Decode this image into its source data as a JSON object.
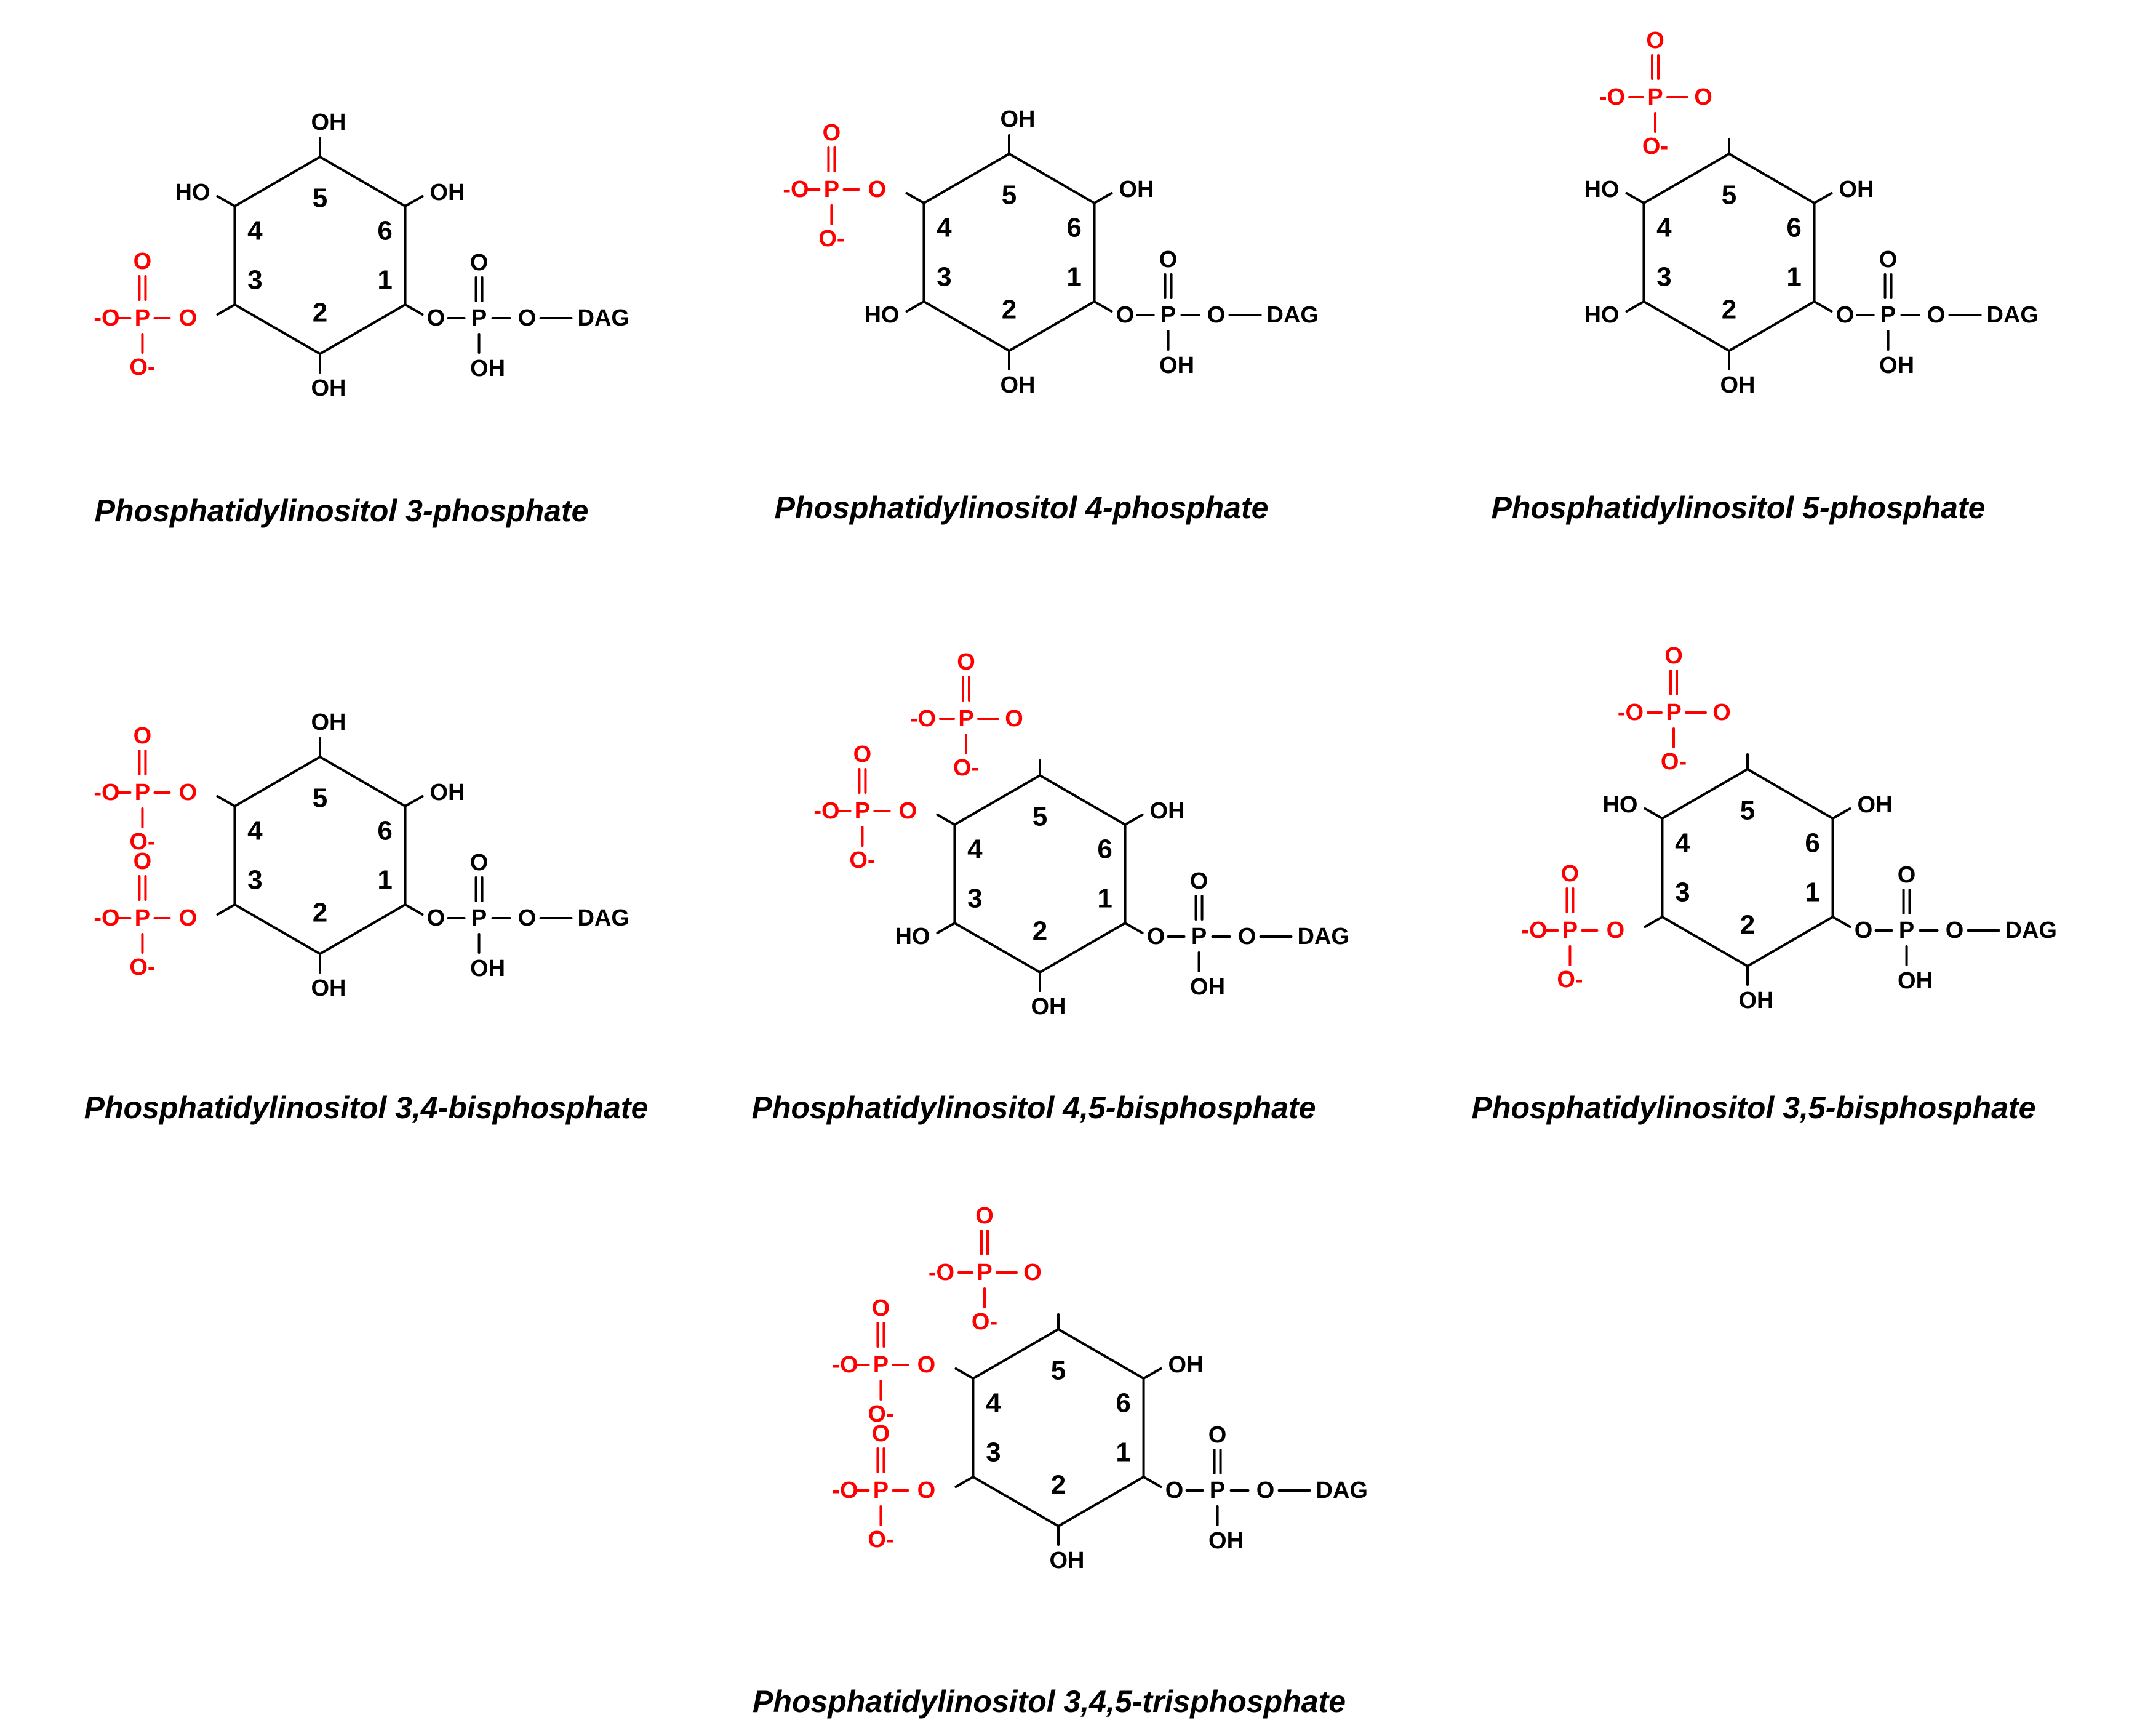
{
  "colors": {
    "phosphate": "#ff0000",
    "structure": "#000000",
    "background": "#ffffff"
  },
  "labels": {
    "hydroxyl": "OH",
    "hydroxyl_left": "HO",
    "oxygen": "O",
    "phosphorus": "P",
    "minus": "-",
    "diacylglycerol": "DAG"
  },
  "molecules": [
    {
      "caption": "Phosphatidylinositol 3-phosphate",
      "ring_numbers": [
        "1",
        "2",
        "3",
        "4",
        "5",
        "6"
      ],
      "phosphorylated_positions": [
        3
      ]
    },
    {
      "caption": "Phosphatidylinositol 4-phosphate",
      "ring_numbers": [
        "1",
        "2",
        "3",
        "4",
        "5",
        "6"
      ],
      "phosphorylated_positions": [
        4
      ]
    },
    {
      "caption": "Phosphatidylinositol 5-phosphate",
      "ring_numbers": [
        "1",
        "2",
        "3",
        "4",
        "5",
        "6"
      ],
      "phosphorylated_positions": [
        5
      ]
    },
    {
      "caption": "Phosphatidylinositol 3,4-bisphosphate",
      "ring_numbers": [
        "1",
        "2",
        "3",
        "4",
        "5",
        "6"
      ],
      "phosphorylated_positions": [
        3,
        4
      ]
    },
    {
      "caption": "Phosphatidylinositol 4,5-bisphosphate",
      "ring_numbers": [
        "1",
        "2",
        "3",
        "4",
        "5",
        "6"
      ],
      "phosphorylated_positions": [
        4,
        5
      ]
    },
    {
      "caption": "Phosphatidylinositol 3,5-bisphosphate",
      "ring_numbers": [
        "1",
        "2",
        "3",
        "4",
        "5",
        "6"
      ],
      "phosphorylated_positions": [
        3,
        5
      ]
    },
    {
      "caption": "Phosphatidylinositol 3,4,5-trisphosphate",
      "ring_numbers": [
        "1",
        "2",
        "3",
        "4",
        "5",
        "6"
      ],
      "phosphorylated_positions": [
        3,
        4,
        5
      ]
    }
  ]
}
